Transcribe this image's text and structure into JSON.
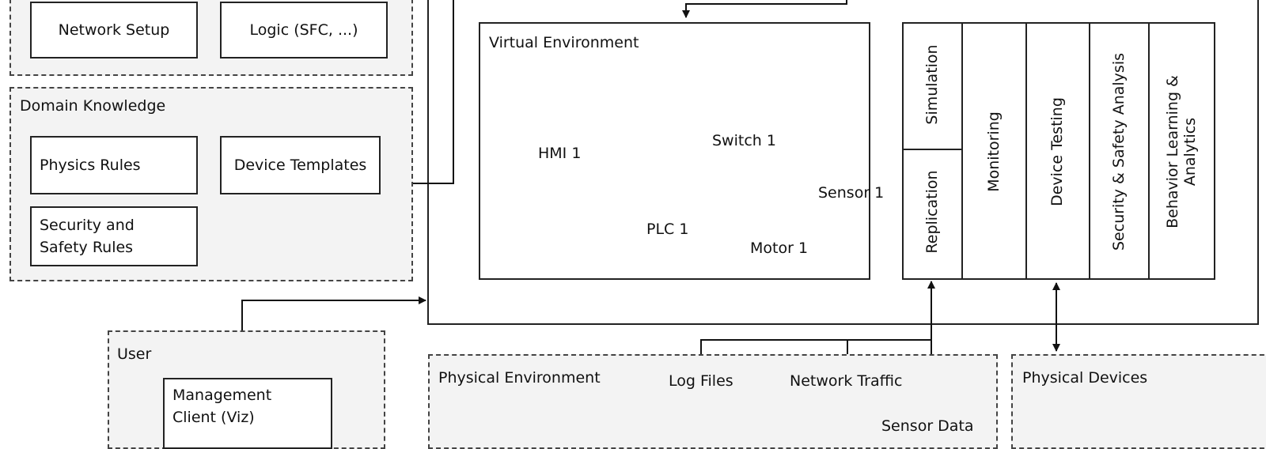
{
  "groups": {
    "model_top": {
      "network_setup": "Network Setup",
      "logic": "Logic (SFC, ...)"
    },
    "domain_knowledge": {
      "title": "Domain Knowledge",
      "physics_rules": "Physics Rules",
      "device_templates": "Device Templates",
      "security_safety_rules": "Security and\nSafety Rules"
    },
    "user": {
      "title": "User",
      "management_client": "Management\nClient (Viz)"
    },
    "virtual_environment": {
      "title": "Virtual Environment",
      "hmi": "HMI 1",
      "switch": "Switch 1",
      "plc": "PLC 1",
      "motor": "Motor 1",
      "sensor": "Sensor 1"
    },
    "services": {
      "simulation": "Simulation",
      "replication": "Replication",
      "monitoring": "Monitoring",
      "device_testing": "Device Testing",
      "security_safety_analysis": "Security & Safety Analysis",
      "behavior_learning_line1": "Behavior Learning &",
      "behavior_learning_line2": "Analytics"
    },
    "physical_environment": {
      "title": "Physical Environment",
      "log_files": "Log Files",
      "network_traffic": "Network Traffic",
      "sensor_data": "Sensor Data"
    },
    "physical_devices": {
      "title": "Physical Devices"
    }
  }
}
